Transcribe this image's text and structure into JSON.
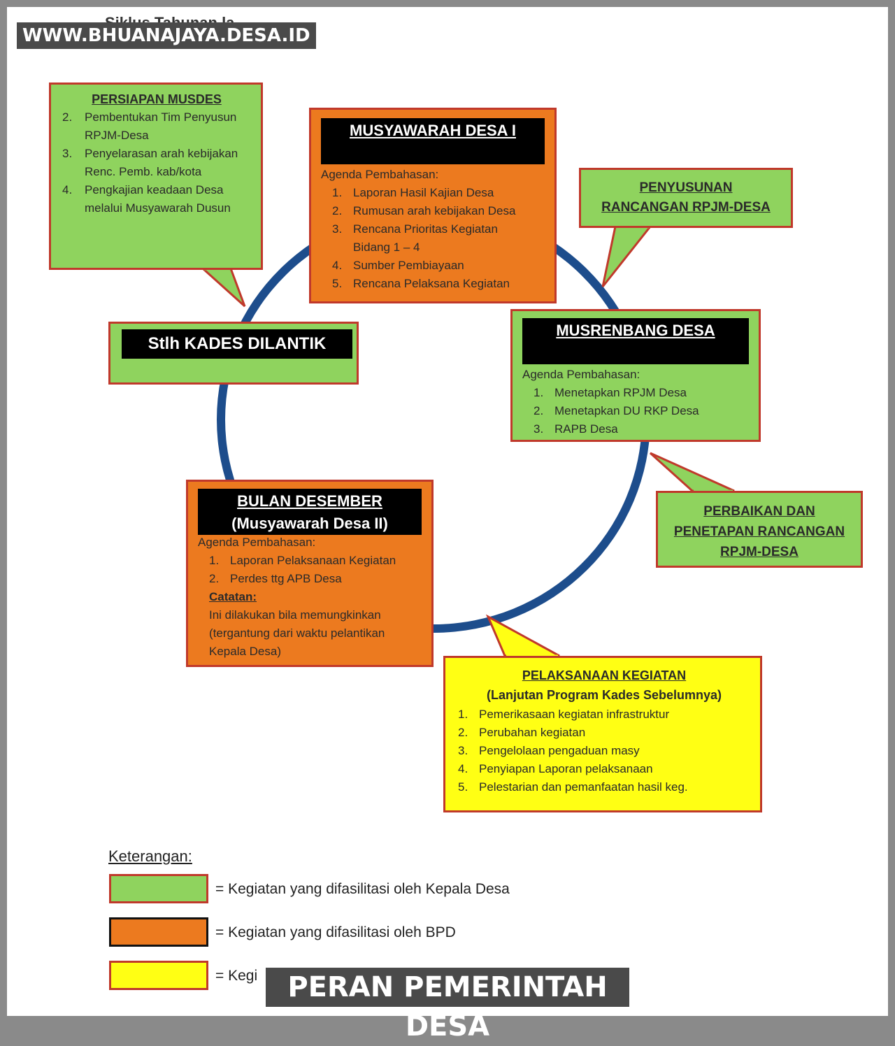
{
  "watermark_top": "WWW.BHUANAJAYA.DESA.ID",
  "banner_bottom": "PERAN PEMERINTAH DESA",
  "header_partial": "Siklus Tahunan la",
  "boxes": {
    "persiapan": {
      "title": "PERSIAPAN MUSDES",
      "items": [
        {
          "n": "2.",
          "t": "Pembentukan Tim Penyusun RPJM-Desa"
        },
        {
          "n": "3.",
          "t": "Penyelarasan arah kebijakan Renc. Pemb. kab/kota"
        },
        {
          "n": "4.",
          "t": "Pengkajian keadaan Desa melalui Musyawarah Dusun"
        }
      ]
    },
    "musdes1": {
      "title": "MUSYAWARAH DESA I",
      "agenda": "Agenda Pembahasan:",
      "items": [
        {
          "n": "1.",
          "t": "Laporan Hasil Kajian Desa"
        },
        {
          "n": "2.",
          "t": "Rumusan arah kebijakan Desa"
        },
        {
          "n": "3.",
          "t": "Rencana Prioritas Kegiatan Bidang 1 – 4"
        },
        {
          "n": "4.",
          "t": "Sumber Pembiayaan"
        },
        {
          "n": "5.",
          "t": "Rencana Pelaksana Kegiatan"
        }
      ]
    },
    "penyusunan": {
      "line1": "PENYUSUNAN",
      "line2": "RANCANGAN RPJM-DESA"
    },
    "kades": {
      "title": "Stlh KADES DILANTIK"
    },
    "musrenbang": {
      "title": "MUSRENBANG DESA",
      "agenda": "Agenda Pembahasan:",
      "items": [
        {
          "n": "1.",
          "t": "Menetapkan RPJM Desa"
        },
        {
          "n": "2.",
          "t": "Menetapkan DU RKP Desa"
        },
        {
          "n": "3.",
          "t": "RAPB Desa"
        }
      ]
    },
    "perbaikan": {
      "line1": "PERBAIKAN DAN",
      "line2": "PENETAPAN RANCANGAN",
      "line3": "RPJM-DESA"
    },
    "desember": {
      "title1": "BULAN DESEMBER",
      "title2": "(Musyawarah Desa II)",
      "agenda": "Agenda Pembahasan:",
      "items": [
        {
          "n": "1.",
          "t": "Laporan Pelaksanaan Kegiatan"
        },
        {
          "n": "2.",
          "t": "Perdes ttg APB Desa"
        }
      ],
      "catatan_label": "Catatan:",
      "catatan_text": "Ini dilakukan bila memungkinkan (tergantung dari waktu pelantikan Kepala Desa)"
    },
    "pelaksanaan": {
      "title": "PELAKSANAAN KEGIATAN",
      "subtitle": "(Lanjutan Program Kades Sebelumnya)",
      "items": [
        {
          "n": "1.",
          "t": "Pemerikasaan kegiatan infrastruktur"
        },
        {
          "n": "2.",
          "t": "Perubahan kegiatan"
        },
        {
          "n": "3.",
          "t": "Pengelolaan pengaduan masy"
        },
        {
          "n": "4.",
          "t": "Penyiapan Laporan pelaksanaan"
        },
        {
          "n": "5.",
          "t": "Pelestarian dan pemanfaatan hasil keg."
        }
      ]
    }
  },
  "legend": {
    "title": "Keterangan:",
    "items": [
      {
        "color": "#8fd35e",
        "text": "= Kegiatan yang difasilitasi oleh Kepala Desa"
      },
      {
        "color": "#ec7a1f",
        "text": "= Kegiatan yang difasilitasi oleh BPD"
      },
      {
        "color": "#ffff14",
        "text": "= Kegi"
      }
    ]
  },
  "colors": {
    "green": "#8fd35e",
    "orange": "#ec7a1f",
    "yellow": "#ffff14",
    "border": "#c0392b",
    "ring": "#1d4d8c"
  }
}
